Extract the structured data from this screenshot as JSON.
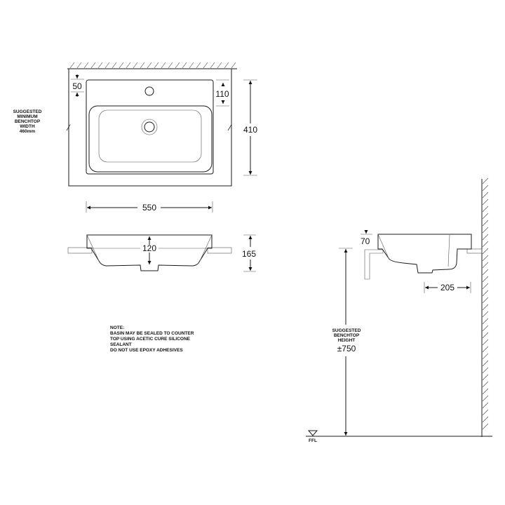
{
  "plan_view": {
    "side_note": [
      "SUGGESTED",
      "MINIMUM",
      "BENCHTOP",
      "WIDTH",
      "460mm"
    ],
    "dim_rim": "50",
    "dim_tap": "110",
    "dim_depth": "410",
    "dim_width": "550"
  },
  "front_view": {
    "dim_bowl_depth": "120",
    "dim_height": "165"
  },
  "note": {
    "lines": [
      "NOTE:",
      "BASIN MAY BE SEALED TO COUNTER",
      "TOP USING ACETIC CURE SILICONE",
      "SEALANT",
      "DO NOT USE EPOXY ADHESIVES"
    ]
  },
  "side_view": {
    "dim_above_bench": "70",
    "dim_waste_offset": "205",
    "height_label": [
      "SUGGESTED",
      "BENCHTOP",
      "HEIGHT"
    ],
    "dim_bench_height": "±750",
    "floor_label": "FFL"
  },
  "colors": {
    "benchtop": "#e6e6e6",
    "line": "#1a1a1a"
  }
}
